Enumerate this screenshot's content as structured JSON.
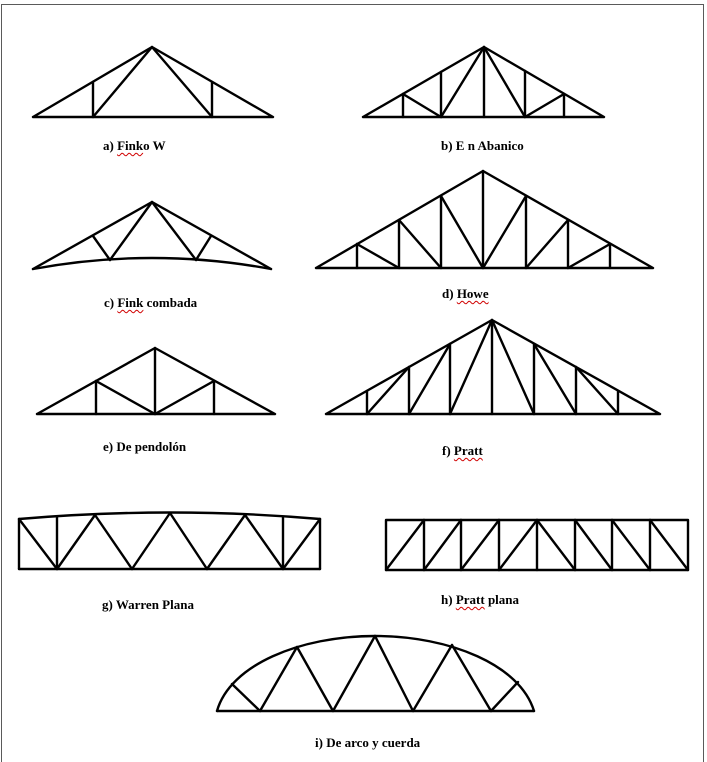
{
  "captions": {
    "a": {
      "prefix": "a) ",
      "word": "Fink",
      "rest": "o W"
    },
    "b": {
      "text": "b) E n Abanico"
    },
    "c": {
      "prefix": "c) ",
      "word": "Fink",
      "rest": " combada"
    },
    "d": {
      "prefix": "d) ",
      "word": "Howe",
      "rest": ""
    },
    "e": {
      "text": "e) De pendolón"
    },
    "f": {
      "prefix": "f) ",
      "word": "Pratt",
      "rest": ""
    },
    "g": {
      "text": "g) Warren Plana"
    },
    "h": {
      "prefix": "h) ",
      "word": "Pratt",
      "rest": " plana"
    },
    "i": {
      "text": "i) De arco y cuerda"
    }
  },
  "colors": {
    "line": "#000000",
    "spellcheck_underline": "#d00000",
    "frame": "#5a5a5a"
  }
}
